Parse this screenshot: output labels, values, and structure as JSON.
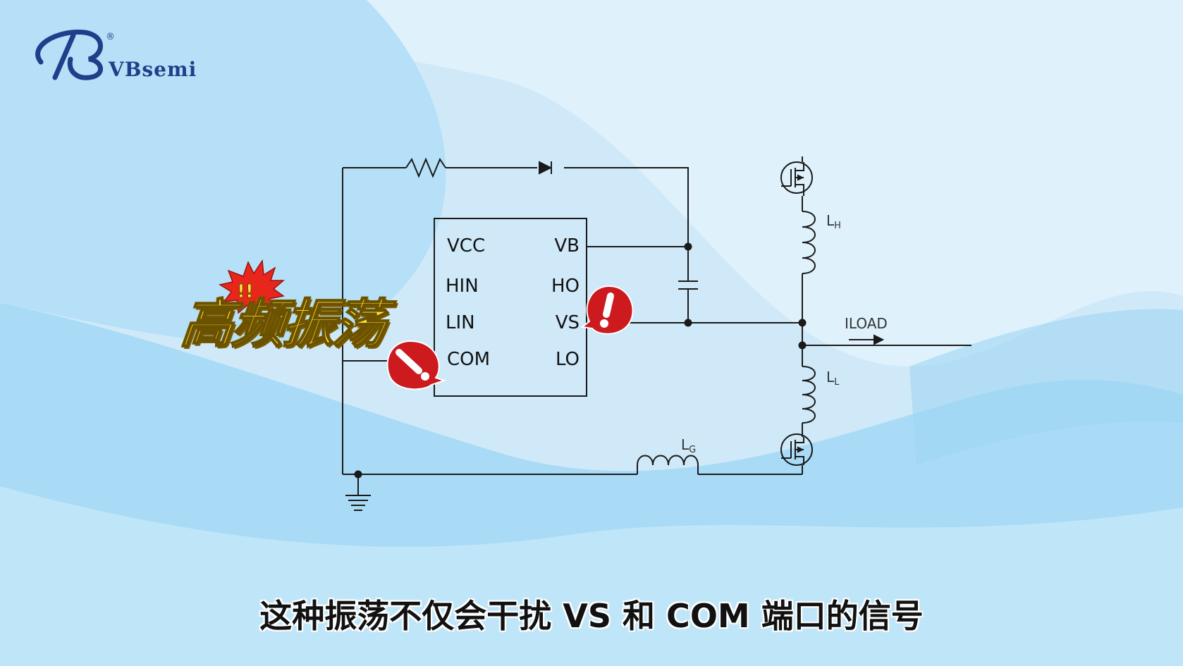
{
  "brand": {
    "name": "VBsemi",
    "registered": "®"
  },
  "diagram": {
    "chip_pins_left": [
      "VCC",
      "HIN",
      "LIN",
      "COM"
    ],
    "chip_pins_right": [
      "VB",
      "HO",
      "VS",
      "LO"
    ],
    "inductor_high": {
      "main": "L",
      "sub": "H"
    },
    "inductor_low": {
      "main": "L",
      "sub": "L"
    },
    "inductor_gate": {
      "main": "L",
      "sub": "G"
    },
    "load_label": "ILOAD"
  },
  "callout": {
    "text": "高频振荡",
    "exclaim": "!!"
  },
  "subtitle": {
    "text": "这种振荡不仅会干扰 VS 和 COM 端口的信号"
  },
  "colors": {
    "background_light": "#d4ecf9",
    "background_wave": "#a9dbf6",
    "wire": "#1a1a1a",
    "warning_red": "#cc1a1f",
    "callout_yellow": "#ffe23a",
    "starburst": "#e8261c",
    "brand_blue": "#1e3f8a"
  },
  "icons": {
    "warning_left": "exclamation-bubble-icon",
    "warning_right": "exclamation-bubble-icon",
    "burst": "starburst-icon",
    "ground": "ground-icon"
  }
}
